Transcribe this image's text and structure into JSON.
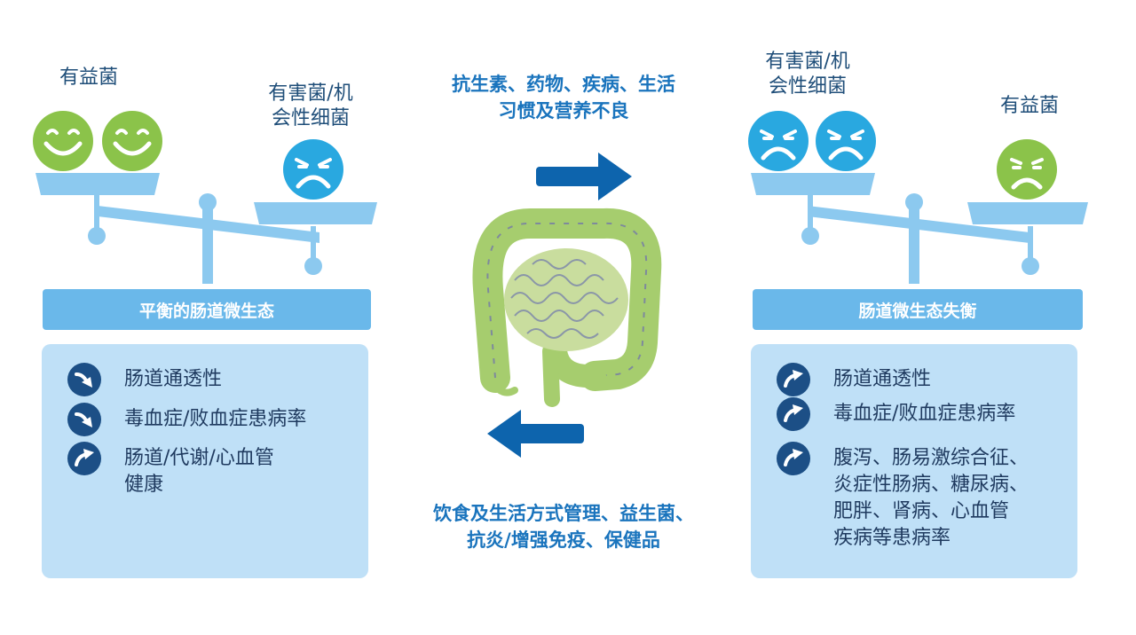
{
  "left": {
    "good_label": "有益菌",
    "bad_label_line1": "有害菌/机",
    "bad_label_line2": "会性细菌",
    "title": "平衡的肠道微生态",
    "items": [
      {
        "text": "肠道通透性",
        "trend": "down"
      },
      {
        "text": "毒血症/败血症患病率",
        "trend": "down"
      },
      {
        "text_line1": "肠道/代谢/心血管",
        "text_line2": "健康",
        "trend": "up"
      }
    ]
  },
  "right": {
    "bad_label_line1": "有害菌/机",
    "bad_label_line2": "会性细菌",
    "good_label": "有益菌",
    "title": "肠道微生态失衡",
    "items": [
      {
        "text": "肠道通透性",
        "trend": "up"
      },
      {
        "text": "毒血症/败血症患病率",
        "trend": "up"
      },
      {
        "lines": [
          "腹泻、肠易激综合征、",
          "炎症性肠病、糖尿病、",
          "肥胖、肾病、心血管",
          "疾病等患病率"
        ],
        "trend": "up"
      }
    ]
  },
  "center": {
    "top_line1": "抗生素、药物、疾病、生活",
    "top_line2": "习惯及营养不良",
    "bottom_line1": "饮食及生活方式管理、益生菌、",
    "bottom_line2": "抗炎/增强免疫、保健品"
  },
  "colors": {
    "good_green": "#8bc34a",
    "bad_blue": "#29a8e0",
    "scale_blue": "#8cc9ef",
    "title_bar": "#6ab8ea",
    "panel_bg": "#bfe0f7",
    "arrow_blue": "#0d64ad",
    "icon_dark": "#1c4f86",
    "intestine": "#a6cd6e"
  },
  "icons": {
    "good_face": "smiley-face-icon",
    "bad_face": "angry-face-icon",
    "sad_good_face": "sad-face-icon",
    "trend_down": "arrow-down-right-icon",
    "trend_up": "arrow-up-right-icon",
    "arrow_right": "arrow-right-icon",
    "arrow_left": "arrow-left-icon",
    "intestine": "intestine-icon"
  }
}
